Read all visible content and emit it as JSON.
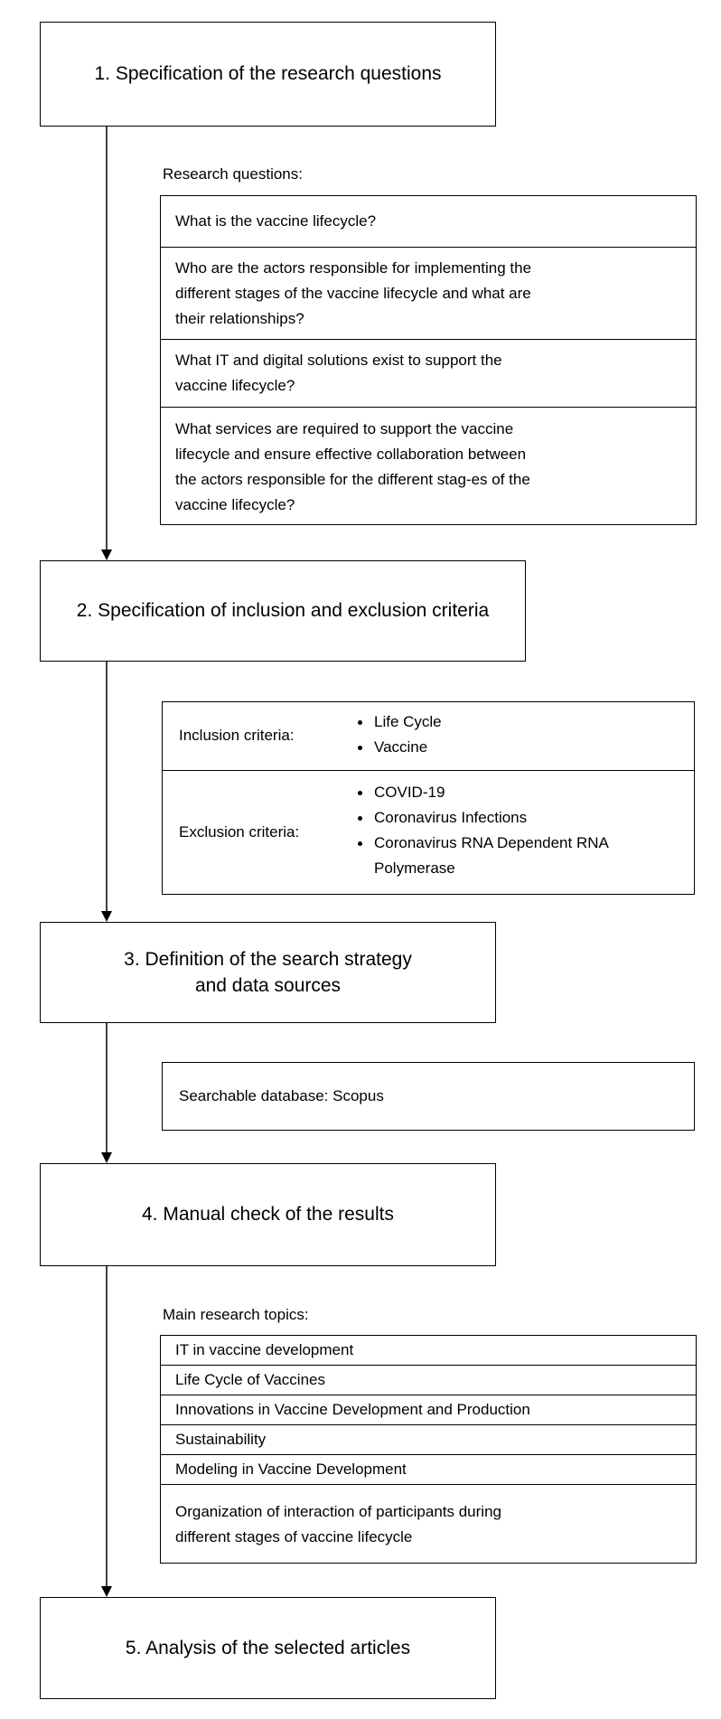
{
  "steps": {
    "s1": "1. Specification of the research questions",
    "s2": "2. Specification of inclusion and exclusion criteria",
    "s3": [
      "3. Definition of the search strategy",
      "and data sources"
    ],
    "s4": "4. Manual check of the results",
    "s5": "5. Analysis of the selected articles"
  },
  "research_questions": {
    "caption": "Research questions:",
    "items": [
      [
        "What is the vaccine lifecycle?"
      ],
      [
        "Who are the actors responsible for implementing the",
        "different stages of the vaccine lifecycle and what are",
        "their relationships?"
      ],
      [
        "What IT and digital solutions exist to support the",
        "vaccine lifecycle?"
      ],
      [
        "What services are required to support the vaccine",
        "lifecycle and ensure effective collaboration between",
        "the actors responsible for the different stag-es of the",
        "vaccine lifecycle?"
      ]
    ]
  },
  "criteria": {
    "inclusion": {
      "label": "Inclusion criteria:",
      "items": [
        "Life Cycle",
        "Vaccine"
      ]
    },
    "exclusion": {
      "label": "Exclusion criteria:",
      "items": [
        "COVID-19",
        "Coronavirus Infections",
        "Coronavirus RNA Dependent RNA",
        "Polymerase"
      ]
    }
  },
  "database": {
    "text": "Searchable database: Scopus"
  },
  "topics": {
    "caption": "Main research topics:",
    "items": [
      [
        "IT in vaccine development"
      ],
      [
        "Life Cycle of Vaccines"
      ],
      [
        "Innovations in Vaccine Development and Production"
      ],
      [
        "Sustainability"
      ],
      [
        "Modeling in Vaccine Development"
      ],
      [
        "Organization of interaction of participants during",
        "different stages of vaccine lifecycle"
      ]
    ]
  }
}
